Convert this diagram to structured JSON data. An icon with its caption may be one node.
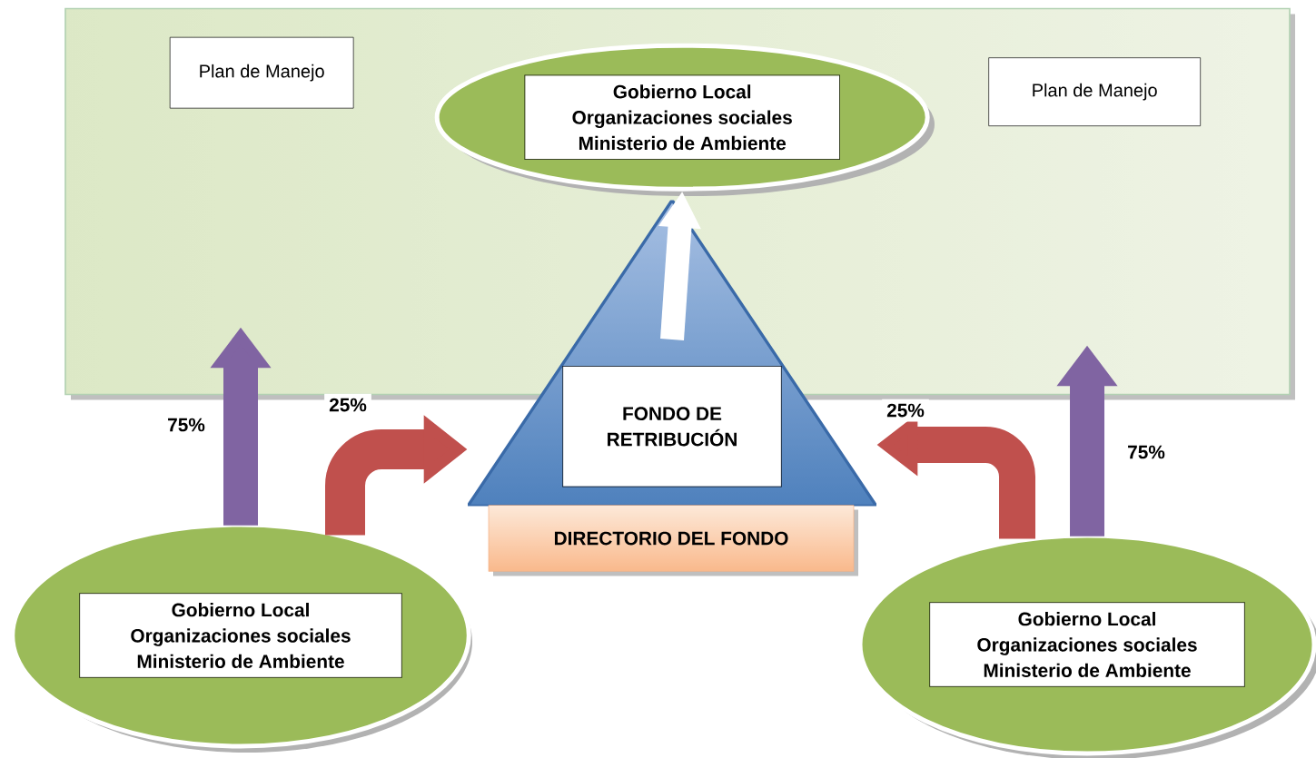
{
  "diagram": {
    "nodes": [
      {
        "text": [],
        "shape": "box"
      },
      {
        "text": [
          "Plan de Manejo"
        ],
        "in": 0
      },
      {
        "text": [
          "Plan de Manejo"
        ],
        "in": 0
      },
      {
        "text": [
          "Gobierno Local",
          "Organizaciones sociales",
          "Ministerio de Ambiente"
        ],
        "in": 0
      },
      {
        "text": [
          "FONDO DE RETRIBUCIÓN"
        ]
      },
      {
        "text": [
          "DIRECTORIO DEL FONDO"
        ]
      },
      {
        "text": [
          "Gobierno Local",
          "Organizaciones sociales",
          "Ministerio de Ambiente"
        ]
      },
      {
        "text": [
          "Gobierno Local",
          "Organizaciones sociales",
          "Ministerio de Ambiente"
        ]
      }
    ],
    "edges": [
      {
        "from": 4,
        "to": 3,
        "arrow": "to",
        "color": "#ffffff"
      },
      {
        "from": 6,
        "to": 0,
        "arrow": "to",
        "label": "75%",
        "color": "#8064a2"
      },
      {
        "from": 6,
        "to": 4,
        "arrow": "to",
        "label": "25%",
        "color": "#c0504d"
      },
      {
        "from": 7,
        "to": 4,
        "arrow": "to",
        "label": "25%",
        "color": "#c0504d"
      },
      {
        "from": 7,
        "to": 0,
        "arrow": "to",
        "label": "75%",
        "color": "#8064a2"
      }
    ]
  }
}
